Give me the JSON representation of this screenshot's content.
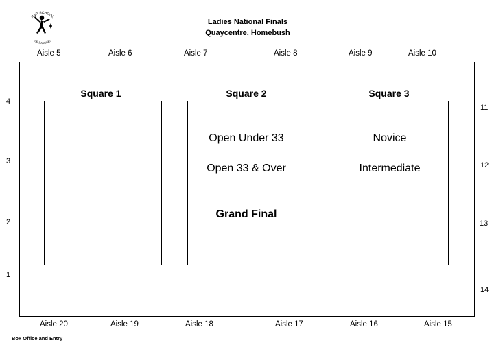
{
  "header": {
    "title_line1": "Ladies National Finals",
    "title_line2": "Quaycentre, Homebush",
    "logo": {
      "icon": "dancer-silhouette-logo",
      "text": "ROCK & ROLL SCHOOL OF DANCING"
    }
  },
  "top_aisles": [
    "Aisle 5",
    "Aisle 6",
    "Aisle 7",
    "Aisle 8",
    "Aisle 9",
    "Aisle 10"
  ],
  "bottom_aisles": [
    "Aisle 20",
    "Aisle 19",
    "Aisle 18",
    "Aisle 17",
    "Aisle 16",
    "Aisle 15"
  ],
  "left_numbers": [
    "4",
    "3",
    "2",
    "1"
  ],
  "right_numbers": [
    "11",
    "12",
    "13",
    "14"
  ],
  "squares": [
    {
      "label": "Square 1",
      "events": []
    },
    {
      "label": "Square 2",
      "events": [
        "Open Under 33",
        "Open 33 & Over"
      ],
      "final": "Grand Final"
    },
    {
      "label": "Square 3",
      "events": [
        "Novice",
        "Intermediate"
      ]
    }
  ],
  "footer": "Box Office and Entry"
}
